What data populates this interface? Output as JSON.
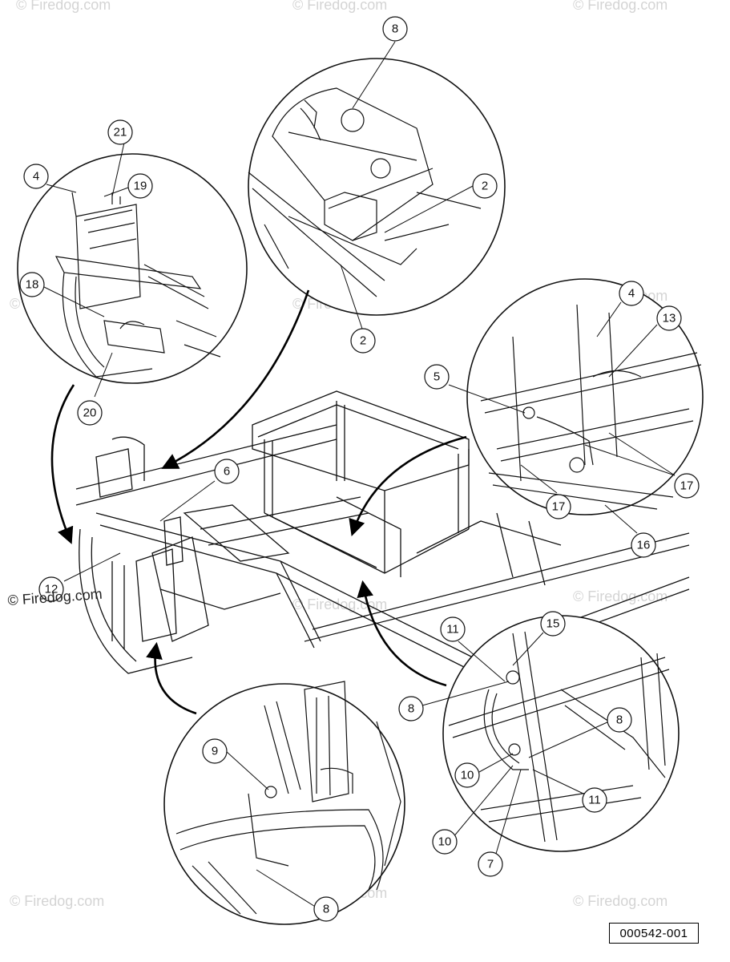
{
  "figure": {
    "reference_number": "000542-001"
  },
  "watermarks": {
    "brand": "© Firedog.com"
  },
  "callouts": {
    "c21": "21",
    "c4a": "4",
    "c19": "19",
    "c18": "18",
    "c20": "20",
    "c8a": "8",
    "c2a": "2",
    "c2b": "2",
    "c4b": "4",
    "c13": "13",
    "c5": "5",
    "c17a": "17",
    "c17b": "17",
    "c16": "16",
    "c6": "6",
    "c12": "12",
    "c11a": "11",
    "c15": "15",
    "c8b": "8",
    "c8c": "8",
    "c10a": "10",
    "c11b": "11",
    "c10b": "10",
    "c7": "7",
    "c9": "9",
    "c8d": "8"
  }
}
